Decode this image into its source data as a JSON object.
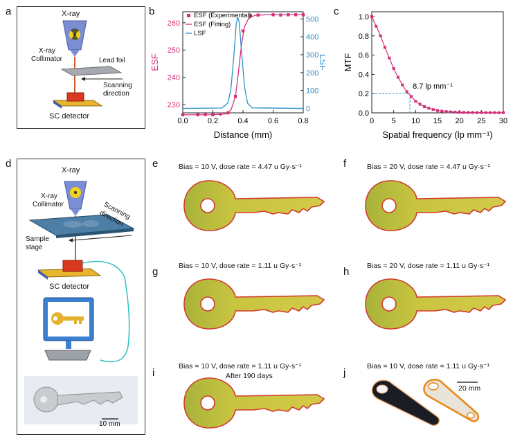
{
  "panels": {
    "a": {
      "letter": "a",
      "xray": "X-ray",
      "collimator_1": "X-ray",
      "collimator_2": "Collimator",
      "lead_foil": "Lead foil",
      "scanning_1": "Scanning",
      "scanning_2": "direction",
      "detector": "SC detector"
    },
    "d": {
      "letter": "d",
      "xray": "X-ray",
      "collimator_1": "X-ray",
      "collimator_2": "Collimator",
      "scanning_1": "Scanning",
      "scanning_2": "direction",
      "stage_1": "Sample",
      "stage_2": "stage",
      "detector": "SC detector",
      "scale": "10 mm"
    },
    "e": {
      "letter": "e",
      "caption": "Bias = 10 V, dose rate = 4.47 u Gy·s⁻¹"
    },
    "f": {
      "letter": "f",
      "caption": "Bias = 20 V, dose rate = 4.47 u Gy·s⁻¹"
    },
    "g": {
      "letter": "g",
      "caption": "Bias = 10 V, dose rate = 1.11 u Gy·s⁻¹"
    },
    "h": {
      "letter": "h",
      "caption": "Bias = 20 V, dose rate = 1.11 u Gy·s⁻¹"
    },
    "i": {
      "letter": "i",
      "caption": "Bias = 10 V, dose rate = 1.11 u Gy·s⁻¹",
      "note": "After 190 days"
    },
    "j": {
      "letter": "j",
      "caption": "Bias = 10 V, dose rate = 1.11 u Gy·s⁻¹",
      "scale": "20 mm"
    }
  },
  "colors": {
    "esf": "#d6307c",
    "lsf": "#2a8fc9",
    "mtf": "#d6307c",
    "guide": "#2a8fc9",
    "key_fill": "#c9c63c",
    "key_edge": "#d23a2c"
  },
  "chart_data": [
    {
      "type": "line",
      "panel": "b",
      "letter": "b",
      "xlabel": "Distance (mm)",
      "ylabel": "ESF",
      "y2label": "LSF",
      "xlim": [
        0,
        0.8
      ],
      "ylim": [
        227,
        264
      ],
      "y2lim": [
        -25,
        540
      ],
      "xticks": [
        "0.0",
        "0.2",
        "0.4",
        "0.6",
        "0.8"
      ],
      "yticks": [
        "230",
        "240",
        "250",
        "260"
      ],
      "y2ticks": [
        "0",
        "100",
        "200",
        "300",
        "400",
        "500"
      ],
      "legend": [
        "ESF (Experimental)",
        "ESF (Fitting)",
        "LSF"
      ],
      "series": [
        {
          "name": "ESF (Experimental)",
          "x": [
            0.0,
            0.1,
            0.15,
            0.2,
            0.25,
            0.3,
            0.35,
            0.4,
            0.45,
            0.5,
            0.6,
            0.65,
            0.7,
            0.75,
            0.8
          ],
          "y": [
            226.3,
            226.3,
            226.4,
            226.3,
            226.6,
            227.0,
            233.0,
            257.0,
            262.6,
            262.8,
            262.9,
            262.8,
            262.9,
            262.9,
            262.9
          ]
        },
        {
          "name": "ESF (Fitting)",
          "x": [
            0.0,
            0.2,
            0.28,
            0.32,
            0.35,
            0.37,
            0.39,
            0.41,
            0.44,
            0.48,
            0.55,
            0.8
          ],
          "y": [
            226.3,
            226.3,
            226.6,
            228.0,
            233.0,
            242.0,
            252.0,
            258.5,
            261.8,
            262.7,
            262.9,
            262.9
          ]
        },
        {
          "name": "LSF",
          "x": [
            0.0,
            0.26,
            0.3,
            0.32,
            0.34,
            0.355,
            0.365,
            0.375,
            0.39,
            0.41,
            0.43,
            0.46,
            0.8
          ],
          "y": [
            0,
            2,
            30,
            110,
            300,
            470,
            510,
            480,
            320,
            120,
            30,
            3,
            0
          ]
        }
      ]
    },
    {
      "type": "line",
      "panel": "c",
      "letter": "c",
      "xlabel": "Spatial frequency (lp mm⁻¹)",
      "ylabel": "MTF",
      "xlim": [
        0,
        30
      ],
      "ylim": [
        0,
        1.05
      ],
      "xticks": [
        "0",
        "5",
        "10",
        "15",
        "20",
        "25",
        "30"
      ],
      "yticks": [
        "0.0",
        "0.2",
        "0.4",
        "0.6",
        "0.8",
        "1.0"
      ],
      "annotation": "8.7 lp mm⁻¹",
      "annotation_x": 8.7,
      "annotation_y": 0.2,
      "series": [
        {
          "name": "MTF",
          "x": [
            0,
            1,
            2,
            3,
            4,
            5,
            6,
            7,
            8,
            9,
            10,
            11,
            12,
            13,
            14,
            15,
            16,
            17,
            18,
            19,
            20,
            21,
            22,
            23,
            24,
            25,
            26,
            27,
            28,
            29,
            30
          ],
          "y": [
            1.0,
            0.9,
            0.8,
            0.68,
            0.57,
            0.46,
            0.37,
            0.29,
            0.22,
            0.17,
            0.12,
            0.09,
            0.065,
            0.048,
            0.035,
            0.025,
            0.018,
            0.013,
            0.01,
            0.008,
            0.006,
            0.005,
            0.004,
            0.004,
            0.003,
            0.003,
            0.003,
            0.002,
            0.002,
            0.002,
            0.002
          ]
        }
      ]
    }
  ]
}
